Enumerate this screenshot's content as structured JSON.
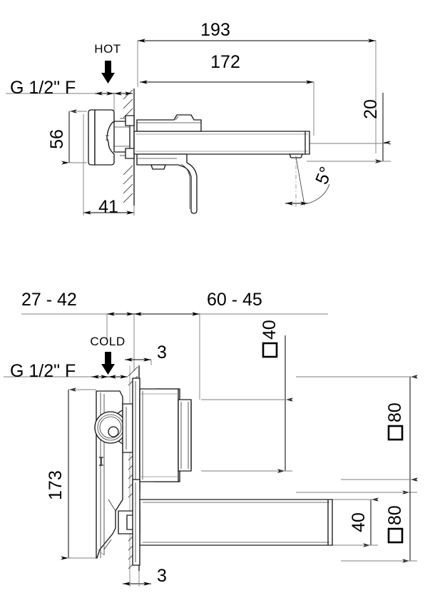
{
  "document": {
    "type": "technical-drawing",
    "subject": "wall-mounted basin mixer tap",
    "views": [
      "side-elevation",
      "section-plan"
    ],
    "units": "mm"
  },
  "top_view": {
    "name": "side-elevation",
    "labels": {
      "thread": "G 1/2\" F",
      "hot": "HOT"
    },
    "dimensions": {
      "overall_projection": "193",
      "spout_length": "172",
      "spout_height": "20",
      "escutcheon_height": "56",
      "escutcheon_depth": "41",
      "outlet_angle": "5°"
    }
  },
  "bottom_view": {
    "name": "section-plan",
    "labels": {
      "thread": "G 1/2\" F",
      "cold": "COLD"
    },
    "dimensions": {
      "left_range": "27 - 42",
      "right_range": "60 - 45",
      "wall_thickness_top": "3",
      "wall_thickness_bottom": "3",
      "body_height": "173",
      "valve_square": "40",
      "valve_plate_square_upper": "80",
      "spout_height": "40",
      "spout_plate_square_lower": "80"
    },
    "symbols": {
      "square_prefix": "□"
    }
  },
  "colors": {
    "line": "#1a1a1a",
    "dimension": "#000000",
    "extension": "#7d7d7d",
    "background": "#ffffff"
  }
}
